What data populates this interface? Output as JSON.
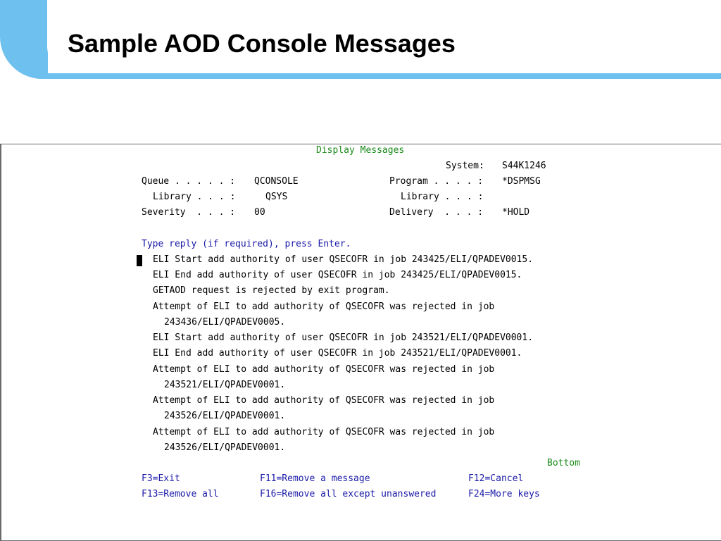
{
  "slide": {
    "title": "Sample AOD Console Messages"
  },
  "screen": {
    "title": "Display Messages",
    "system_label": "System:",
    "system_value": "S44K1246",
    "fields": {
      "queue_label": "Queue . . . . . :",
      "queue_value": "QCONSOLE",
      "queue_library_label": "Library . . . :",
      "queue_library_value": "QSYS",
      "severity_label": "Severity  . . . :",
      "severity_value": "00",
      "program_label": "Program . . . . :",
      "program_value": "*DSPMSG",
      "program_library_label": "Library . . . :",
      "delivery_label": "Delivery  . . . :",
      "delivery_value": "*HOLD"
    },
    "instruction": "Type reply (if required), press Enter.",
    "messages": [
      "ELI Start add authority of user QSECOFR in job 243425/ELI/QPADEV0015.",
      "ELI End add authority of user QSECOFR in job 243425/ELI/QPADEV0015.",
      "GETAOD request is rejected by exit program.",
      "Attempt of ELI to add authority of QSECOFR was rejected in job",
      "243436/ELI/QPADEV0005.",
      "ELI Start add authority of user QSECOFR in job 243521/ELI/QPADEV0001.",
      "ELI End add authority of user QSECOFR in job 243521/ELI/QPADEV0001.",
      "Attempt of ELI to add authority of QSECOFR was rejected in job",
      "243521/ELI/QPADEV0001.",
      "Attempt of ELI to add authority of QSECOFR was rejected in job",
      "243526/ELI/QPADEV0001.",
      "Attempt of ELI to add authority of QSECOFR was rejected in job",
      "243526/ELI/QPADEV0001."
    ],
    "bottom_indicator": "Bottom",
    "function_keys": {
      "f3": "F3=Exit",
      "f11": "F11=Remove a message",
      "f12": "F12=Cancel",
      "f13": "F13=Remove all",
      "f16": "F16=Remove all except unanswered",
      "f24": "F24=More keys"
    }
  },
  "colors": {
    "accent": "#6ec1ee",
    "terminal_green": "#1a8a1a",
    "terminal_blue": "#1a1aa8"
  }
}
